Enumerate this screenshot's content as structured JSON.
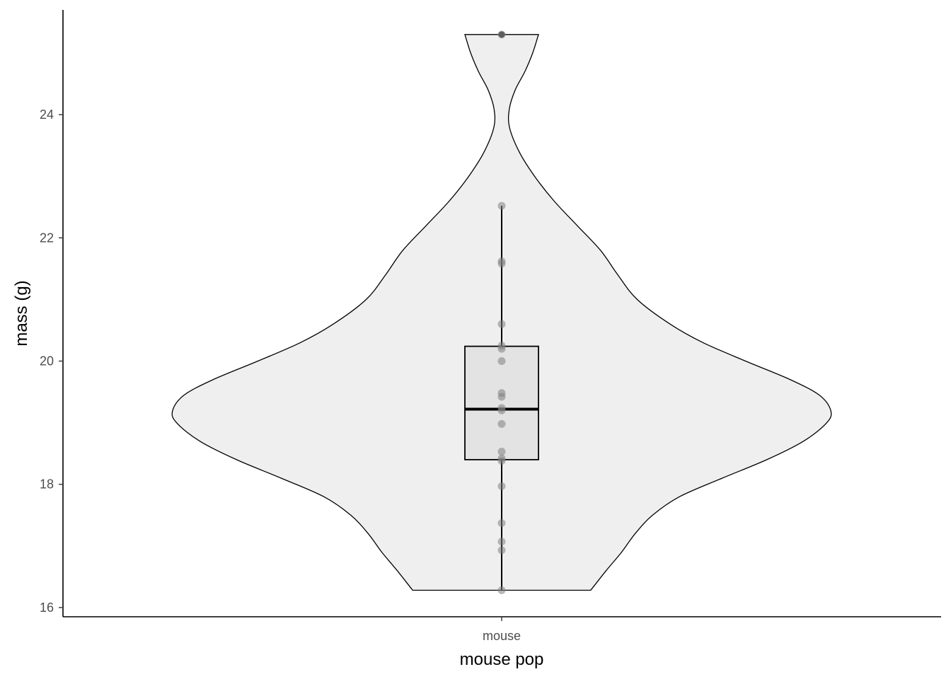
{
  "chart_data": {
    "type": "violin",
    "title": "",
    "xlabel": "mouse pop",
    "ylabel": "mass (g)",
    "categories": [
      "mouse"
    ],
    "ylim": [
      15.85,
      25.7
    ],
    "yticks": [
      16,
      18,
      20,
      22,
      24
    ],
    "ytick_labels": [
      "16",
      "18",
      "20",
      "22",
      "24"
    ],
    "grid": false,
    "legend": "none",
    "points": [
      25.3,
      22.52,
      21.62,
      21.58,
      20.6,
      20.25,
      20.2,
      20.0,
      19.48,
      19.42,
      19.24,
      19.2,
      18.98,
      18.53,
      18.42,
      18.38,
      17.97,
      17.37,
      17.07,
      16.93,
      16.28
    ],
    "box": {
      "q1": 18.4,
      "median": 19.22,
      "q3": 20.24,
      "whisker_low": 16.28,
      "whisker_high": 22.52,
      "outliers": [
        25.3
      ]
    },
    "violin_density": [
      [
        16.28,
        0.46
      ],
      [
        16.6,
        0.54
      ],
      [
        16.9,
        0.62
      ],
      [
        17.2,
        0.69
      ],
      [
        17.5,
        0.78
      ],
      [
        17.8,
        0.92
      ],
      [
        18.1,
        1.14
      ],
      [
        18.4,
        1.37
      ],
      [
        18.7,
        1.56
      ],
      [
        19.0,
        1.68
      ],
      [
        19.2,
        1.7
      ],
      [
        19.45,
        1.64
      ],
      [
        19.7,
        1.49
      ],
      [
        20.0,
        1.26
      ],
      [
        20.3,
        1.04
      ],
      [
        20.6,
        0.87
      ],
      [
        21.0,
        0.7
      ],
      [
        21.4,
        0.6
      ],
      [
        21.8,
        0.51
      ],
      [
        22.2,
        0.39
      ],
      [
        22.6,
        0.27
      ],
      [
        23.0,
        0.17
      ],
      [
        23.4,
        0.09
      ],
      [
        23.8,
        0.04
      ],
      [
        24.1,
        0.04
      ],
      [
        24.4,
        0.07
      ],
      [
        24.7,
        0.12
      ],
      [
        25.0,
        0.16
      ],
      [
        25.3,
        0.19
      ]
    ],
    "colors": {
      "violin_fill": "#efefef",
      "box_fill": "#e3e3e3",
      "outline": "#000000",
      "points": "#808080",
      "outlier": "#333333"
    }
  }
}
